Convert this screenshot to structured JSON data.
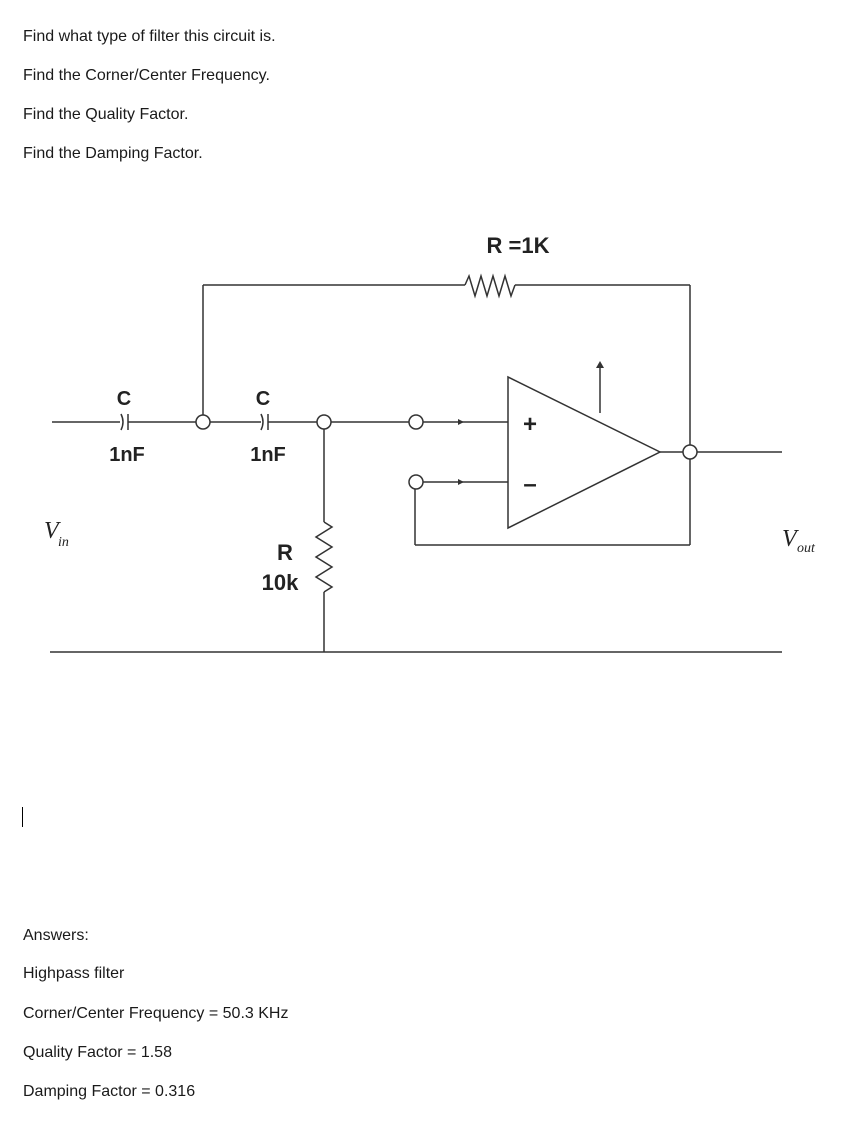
{
  "questions": [
    "Find what type of filter this circuit is.",
    "Find the Corner/Center Frequency.",
    "Find the Quality Factor.",
    "Find the Damping Factor."
  ],
  "circuit": {
    "feedback_resistor": "R =1K",
    "cap1_name": "C",
    "cap1_value": "1nF",
    "cap2_name": "C",
    "cap2_value": "1nF",
    "shunt_resistor_name": "R",
    "shunt_resistor_value": "10k",
    "opamp_plus": "+",
    "opamp_minus": "–",
    "vin_main": "V",
    "vin_sub": "in",
    "vout_main": "V",
    "vout_sub": "out"
  },
  "answers": {
    "heading": "Answers:",
    "items": [
      "Highpass filter",
      "Corner/Center Frequency = 50.3 KHz",
      "Quality Factor = 1.58",
      "Damping Factor = 0.316"
    ]
  }
}
